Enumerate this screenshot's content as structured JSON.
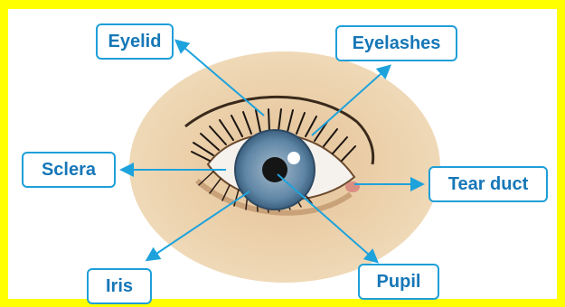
{
  "labels": {
    "eyelid": "Eyelid",
    "eyelashes": "Eyelashes",
    "sclera": "Sclera",
    "tear_duct": "Tear duct",
    "iris": "Iris",
    "pupil": "Pupil"
  },
  "colors": {
    "frame": "#ffff00",
    "background": "#ffffff",
    "label_border": "#1e9fd8",
    "label_text": "#1677b8",
    "arrow": "#1ea2dc",
    "skin": "#ecd3ae",
    "iris": "#6f93ad",
    "pupil": "#1a1a1a"
  }
}
